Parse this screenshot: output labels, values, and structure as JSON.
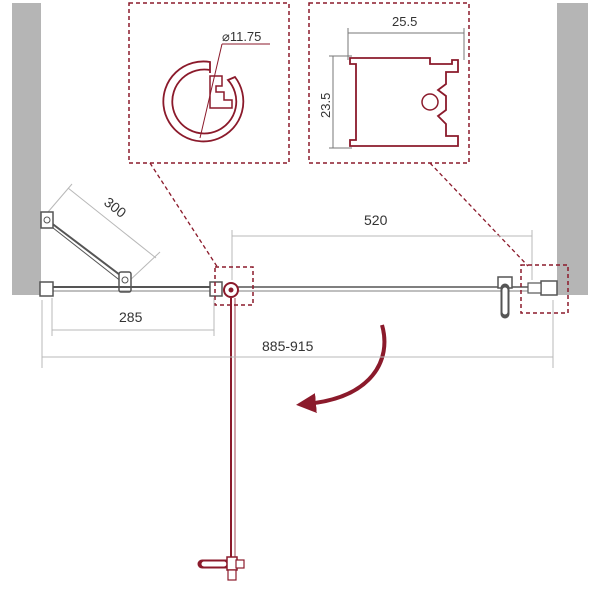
{
  "colors": {
    "wall": "#b5b5b5",
    "line": "#555555",
    "dim_line": "#b8b8b8",
    "accent": "#8b1a2b",
    "text": "#333333"
  },
  "detail_round": {
    "diameter_label": "⌀11.75"
  },
  "detail_profile": {
    "width_label": "25.5",
    "height_label": "23.5"
  },
  "dimensions": {
    "fixed_arm": "300",
    "door_span": "520",
    "fixed_panel": "285",
    "total_width": "885-915"
  }
}
